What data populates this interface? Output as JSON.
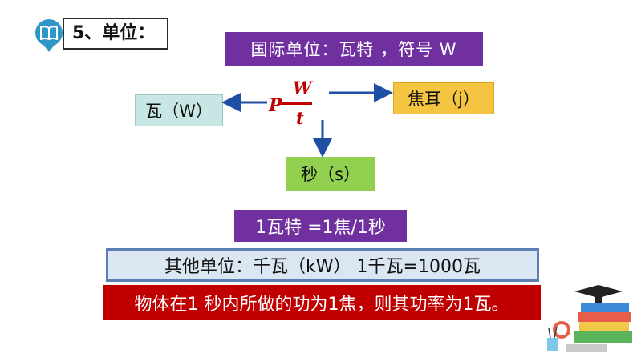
{
  "header": {
    "title": "5、单位：",
    "icon": "book-icon"
  },
  "intl_unit": "国际单位：瓦特 ，符号 W",
  "watt_label": "瓦（W）",
  "joule_label": "焦耳（j）",
  "second_label": "秒（s）",
  "formula": {
    "p": "P",
    "eq": "=",
    "w": "W",
    "t": "t"
  },
  "equation": "1瓦特 =1焦/1秒",
  "other_units": "其他单位：千瓦（kW） 1千瓦=1000瓦",
  "definition": "物体在1 秒内所做的功为1焦，则其功率为1瓦。",
  "colors": {
    "purple": "#7030a0",
    "teal": "#c8e6e4",
    "yellow": "#f5c542",
    "green": "#92d050",
    "red": "#c00000",
    "arrow": "#1f4fa3"
  }
}
